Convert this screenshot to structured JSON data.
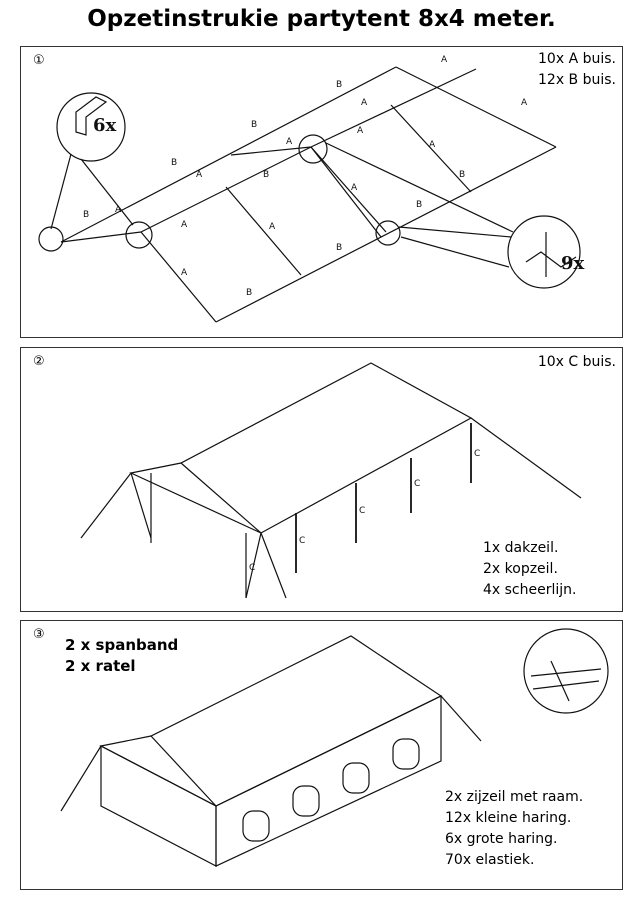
{
  "title": "Opzetinstrukie partytent 8x4 meter.",
  "step1": {
    "number": "①",
    "items": [
      "10x A buis.",
      "12x B buis."
    ],
    "callouts": [
      "6x",
      "9x"
    ],
    "pipe_letters": [
      "A",
      "B"
    ]
  },
  "step2": {
    "number": "②",
    "items_top": [
      "10x C buis."
    ],
    "items_bottom": [
      "1x dakzeil.",
      "2x kopzeil.",
      "4x scheerlijn."
    ],
    "pipe_letter": "C"
  },
  "step3": {
    "number": "③",
    "items_left": [
      "2 x spanband",
      "2 x ratel"
    ],
    "items_bottom": [
      "2x zijzeil met raam.",
      "12x kleine haring.",
      "6x grote haring.",
      "70x elastiek."
    ]
  }
}
